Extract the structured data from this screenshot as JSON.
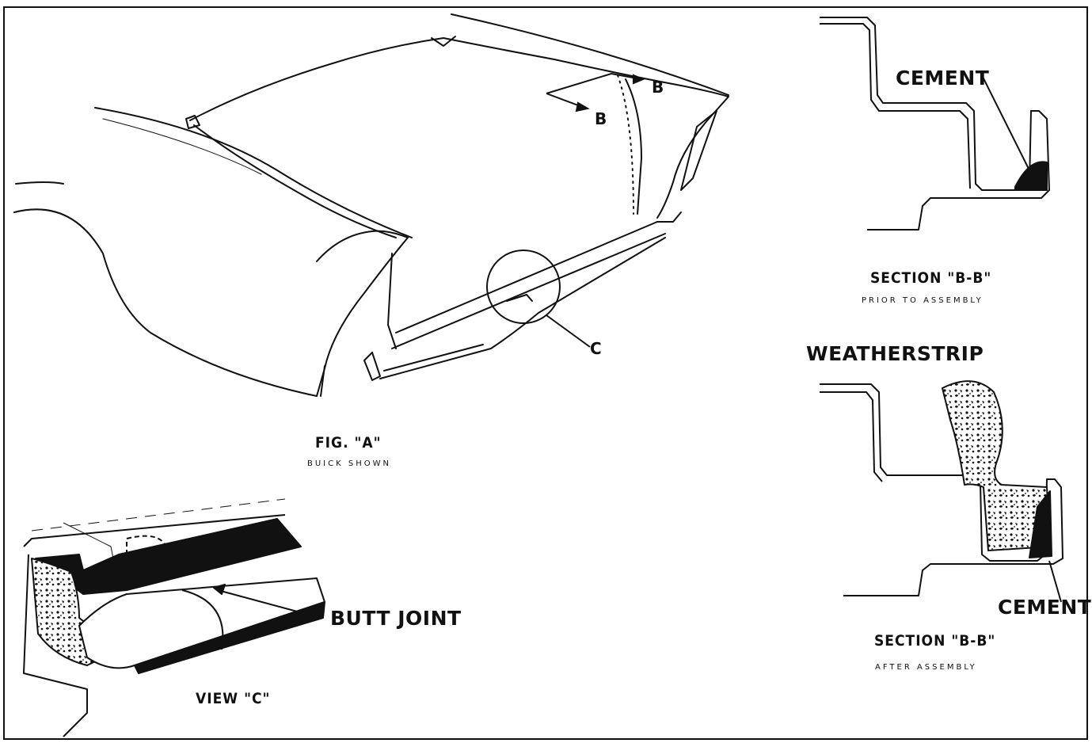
{
  "fig_a": {
    "title": "FIG. \"A\"",
    "subtitle": "BUICK SHOWN"
  },
  "view_c": {
    "title": "VIEW \"C\"",
    "callout": "BUTT JOINT"
  },
  "section_prior": {
    "title": "SECTION \"B-B\"",
    "subtitle": "PRIOR TO ASSEMBLY",
    "callout": "CEMENT"
  },
  "section_after": {
    "title": "SECTION \"B-B\"",
    "subtitle": "AFTER ASSEMBLY",
    "callout_top": "WEATHERSTRIP",
    "callout_bottom": "CEMENT"
  },
  "markers": {
    "b_upper": "B",
    "b_lower": "B",
    "c": "C"
  }
}
